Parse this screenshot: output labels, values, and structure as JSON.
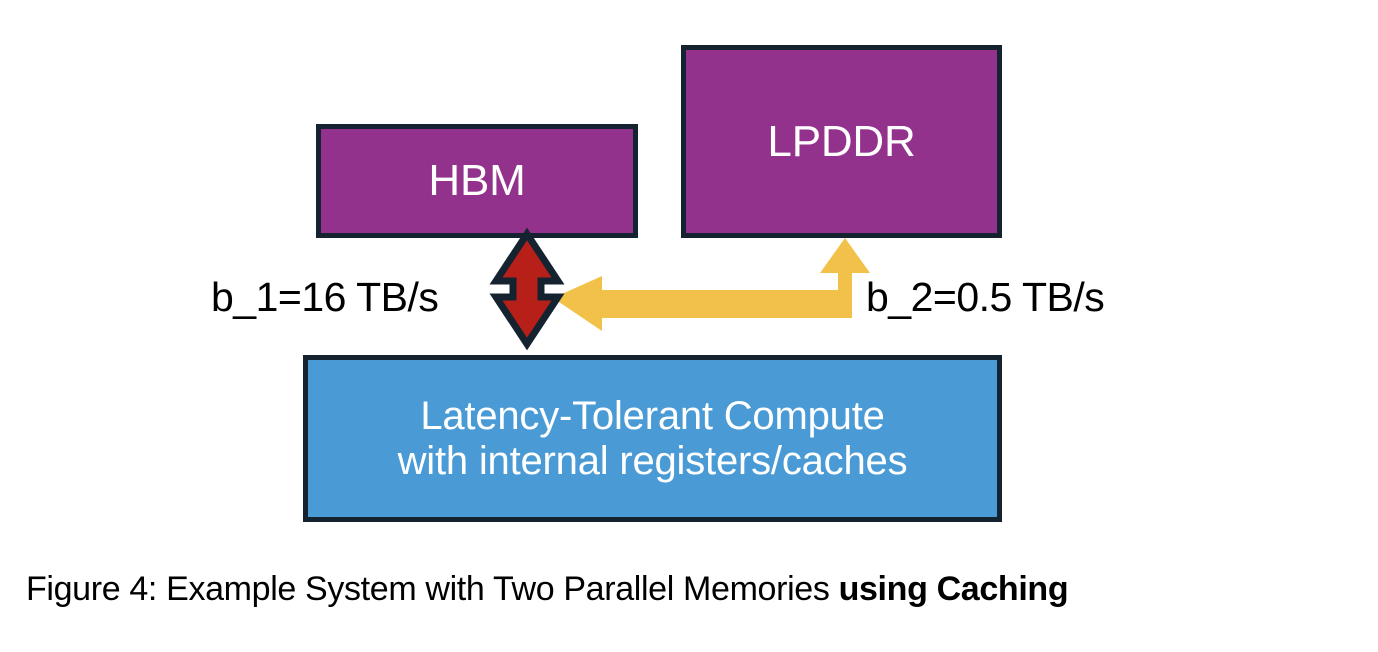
{
  "figure": {
    "caption_normal": "Figure 4: Example System with Two Parallel Memories ",
    "caption_bold": "using Caching"
  },
  "diagram": {
    "type": "block-diagram",
    "nodes": [
      {
        "id": "hbm",
        "label": "HBM",
        "role": "memory",
        "color": "#93328C",
        "border_color": "#14232F",
        "text_color": "#FFFFFF"
      },
      {
        "id": "lpddr",
        "label": "LPDDR",
        "role": "memory",
        "color": "#93328C",
        "border_color": "#14232F",
        "text_color": "#FFFFFF"
      },
      {
        "id": "compute",
        "label_line1": "Latency-Tolerant Compute",
        "label_line2": "with internal registers/caches",
        "role": "compute",
        "color": "#4A9BD5",
        "border_color": "#14232F",
        "text_color": "#FFFFFF"
      }
    ],
    "edges": [
      {
        "id": "edge-hbm-compute",
        "from": "compute",
        "to": "hbm",
        "direction": "bidirectional",
        "color": "#B62018",
        "outline_color": "#14232F",
        "label": "b_1=16 TB/s",
        "bandwidth_value": 16,
        "bandwidth_unit": "TB/s",
        "bandwidth_symbol": "b_1"
      },
      {
        "id": "edge-lpddr-hbm",
        "from": "lpddr",
        "to": "hbm-link",
        "direction": "elbow",
        "color": "#F2C14A",
        "label": "b_2=0.5 TB/s",
        "bandwidth_value": 0.5,
        "bandwidth_unit": "TB/s",
        "bandwidth_symbol": "b_2"
      }
    ],
    "palette": {
      "memory_fill": "#93328C",
      "compute_fill": "#4A9BD5",
      "outline": "#14232F",
      "arrow_red": "#B62018",
      "arrow_yellow": "#F2C14A",
      "background": "#FFFFFF",
      "text_light": "#FFFFFF",
      "text_dark": "#000000"
    }
  }
}
